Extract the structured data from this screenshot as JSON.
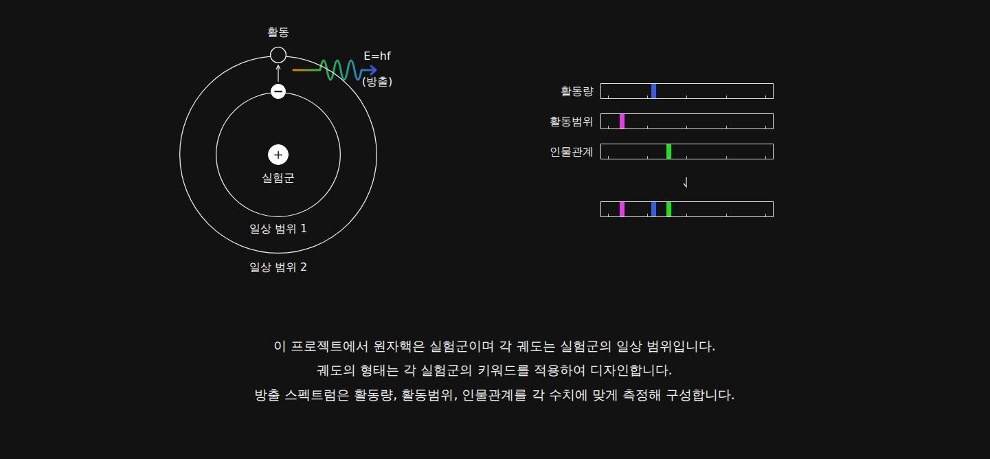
{
  "diagram": {
    "nodes": [
      {
        "text": [
          "일상 범위 2"
        ]
      },
      {
        "text": [
          "일상 범위 1"
        ],
        "in": 0
      },
      {
        "text": [
          "+",
          "실험군"
        ],
        "in": 1
      },
      {
        "text": [
          "−"
        ],
        "in": 0
      },
      {
        "text": [
          "활동"
        ]
      },
      {
        "text": [
          "활동량"
        ]
      },
      {
        "text": [
          "활동범위"
        ]
      },
      {
        "text": [
          "인물관계"
        ]
      }
    ],
    "edges": [
      {
        "from": 3,
        "to": 4,
        "arrow": "to"
      }
    ],
    "labels": [
      "E=hf",
      "(방출)",
      "이 프로젝트에서 원자핵은 실험군이며 각 궤도는 실험군의 일상 범위입니다.",
      "궤도의 형태는 각 실험군의 키워드를 적용하여 디자인합니다.",
      "방출 스펙트럼은 활동량, 활동범위, 인물관계를 각 수치에 맞게 측정해 구성합니다."
    ]
  }
}
